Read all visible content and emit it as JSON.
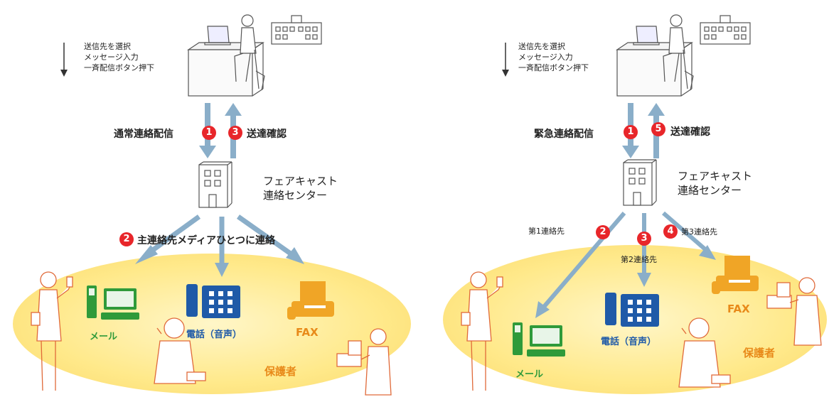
{
  "colors": {
    "accent_red": "#e8262a",
    "arrow_blue": "#8aaec9",
    "mail_green": "#2f9a3a",
    "phone_blue": "#1f5aa8",
    "fax_orange": "#f0a526",
    "ellipse_yellow": "#ffe98a"
  },
  "left": {
    "steps": [
      "送信先を選択",
      "メッセージ入力",
      "一斉配信ボタン押下"
    ],
    "send_label": "通常連絡配信",
    "send_step": "1",
    "confirm_step": "3",
    "confirm_label": "送達確認",
    "center_line1": "フェアキャスト",
    "center_line2": "連絡センター",
    "media_step": "2",
    "media_label": "主連絡先メディアひとつに連絡",
    "mail_label": "メール",
    "phone_label": "電話（音声）",
    "fax_label": "FAX",
    "guardian_label": "保護者"
  },
  "right": {
    "steps": [
      "送信先を選択",
      "メッセージ入力",
      "一斉配信ボタン押下"
    ],
    "send_label": "緊急連絡配信",
    "send_step": "1",
    "confirm_step": "5",
    "confirm_label": "送達確認",
    "center_line1": "フェアキャスト",
    "center_line2": "連絡センター",
    "contact1_label": "第1連絡先",
    "contact1_step": "2",
    "contact2_label": "第2連絡先",
    "contact2_step": "3",
    "contact3_label": "第3連絡先",
    "contact3_step": "4",
    "mail_label": "メール",
    "phone_label": "電話（音声）",
    "fax_label": "FAX",
    "guardian_label": "保護者"
  },
  "icons": [
    "down-arrow-icon",
    "teacher-at-desk-icon",
    "school-building-icon",
    "center-building-icon",
    "mobile-phone-icon",
    "computer-icon",
    "telephone-icon",
    "fax-machine-icon",
    "guardian-person-icon"
  ]
}
